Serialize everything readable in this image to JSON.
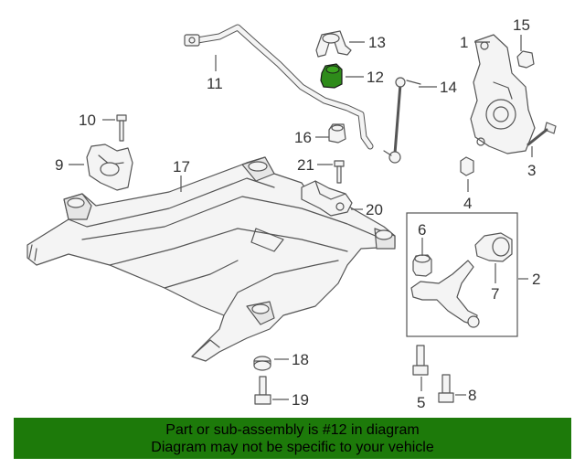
{
  "highlight_color": "#2e8b1a",
  "banner_color": "#1d7a0a",
  "callouts": {
    "c1": "1",
    "c2": "2",
    "c3": "3",
    "c4": "4",
    "c5": "5",
    "c6": "6",
    "c7": "7",
    "c8": "8",
    "c9": "9",
    "c10": "10",
    "c11": "11",
    "c12": "12",
    "c13": "13",
    "c14": "14",
    "c15": "15",
    "c16": "16",
    "c17": "17",
    "c18": "18",
    "c19": "19",
    "c20": "20",
    "c21": "21"
  },
  "banner": {
    "line1": "Part or sub-assembly is #12 in diagram",
    "line2": "Diagram may not be specific to your vehicle"
  }
}
